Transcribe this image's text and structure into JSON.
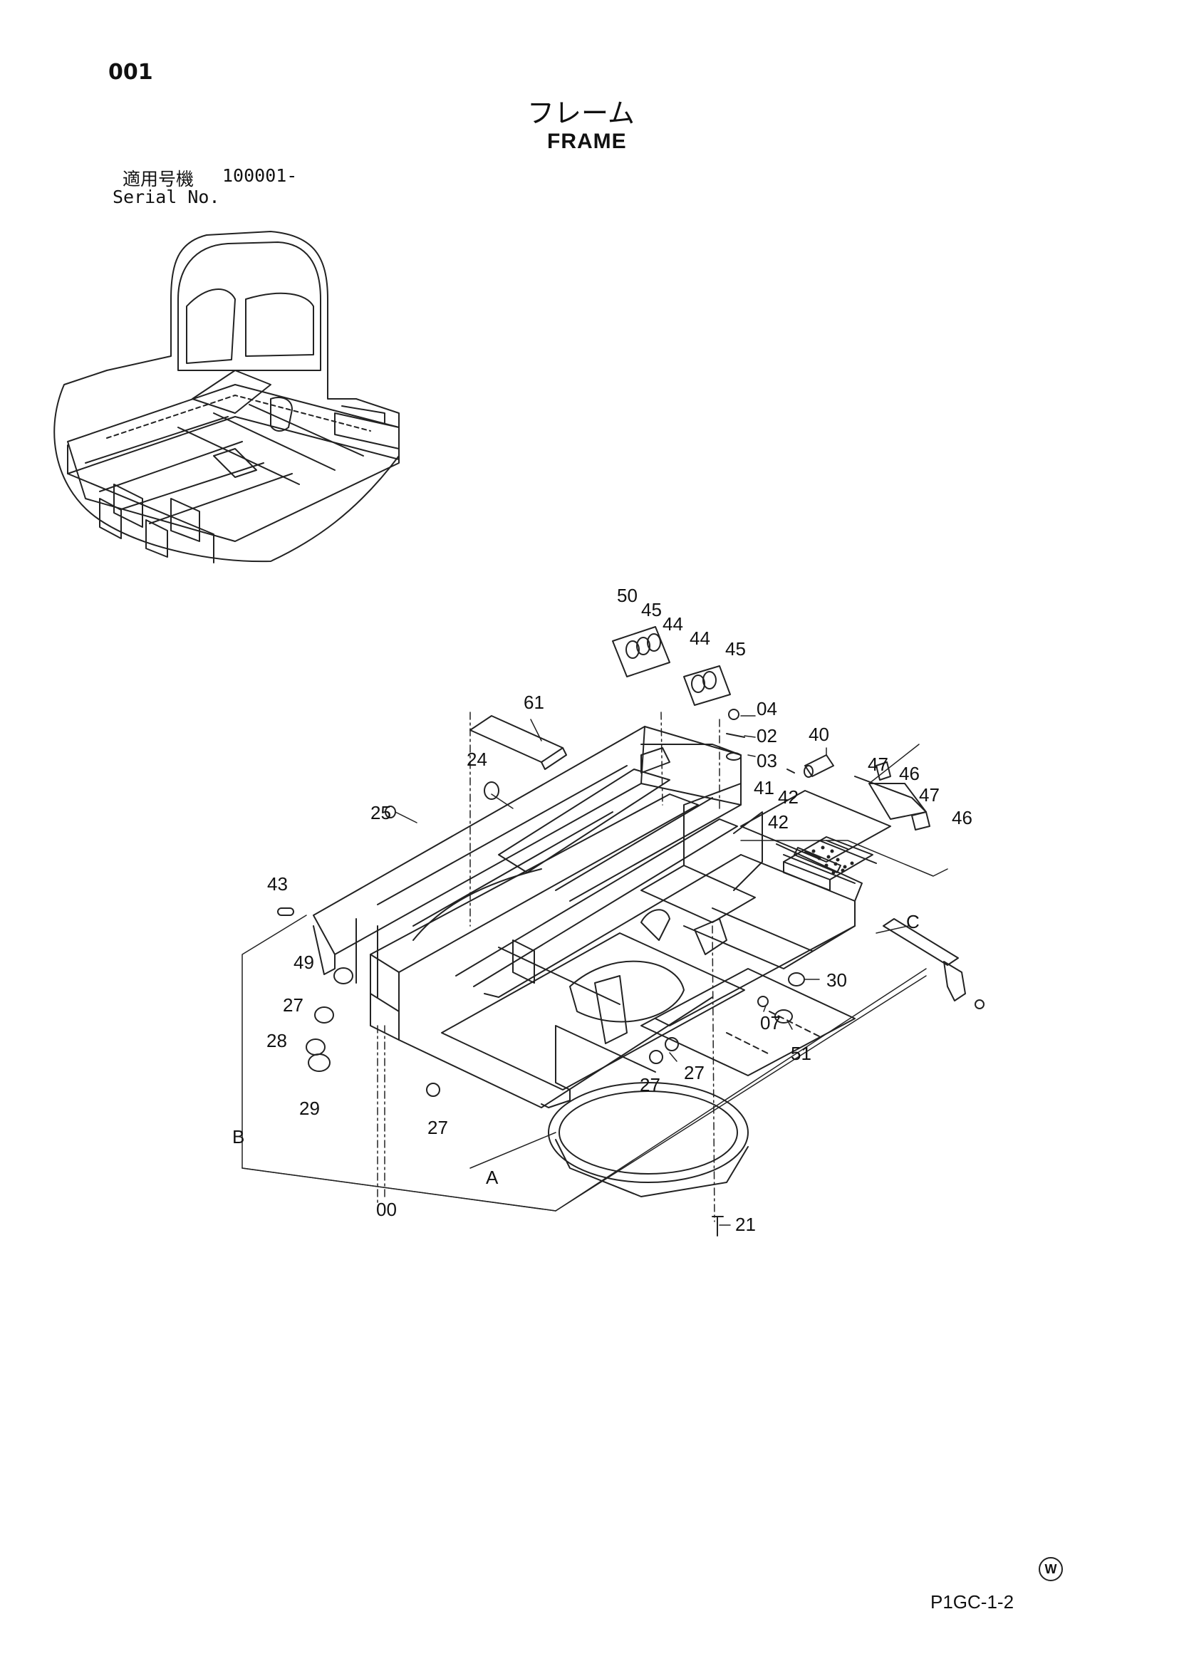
{
  "header": {
    "page_number": "001",
    "title_jp": "フレーム",
    "title_en": "FRAME",
    "serial_label_jp": "適用号機",
    "serial_value": "100001-",
    "serial_label_en": "Serial No."
  },
  "footer": {
    "ref_code": "P1GC-1-2",
    "mark": "W"
  },
  "callouts": {
    "p50": "50",
    "p45a": "45",
    "p44a": "44",
    "p44b": "44",
    "p45b": "45",
    "p61": "61",
    "p04": "04",
    "p02": "02",
    "p03": "03",
    "p40": "40",
    "p41": "41",
    "p42a": "42",
    "p42b": "42",
    "p47a": "47",
    "p46a": "46",
    "p47b": "47",
    "p46b": "46",
    "p24": "24",
    "p25": "25",
    "p43": "43",
    "p49": "49",
    "p27a": "27",
    "p28": "28",
    "p29": "29",
    "p27b": "27",
    "p27c": "27",
    "p27d": "27",
    "p30": "30",
    "p07": "07",
    "p51": "51",
    "p21": "21",
    "p00": "00",
    "refA": "A",
    "refB": "B",
    "refC": "C"
  }
}
